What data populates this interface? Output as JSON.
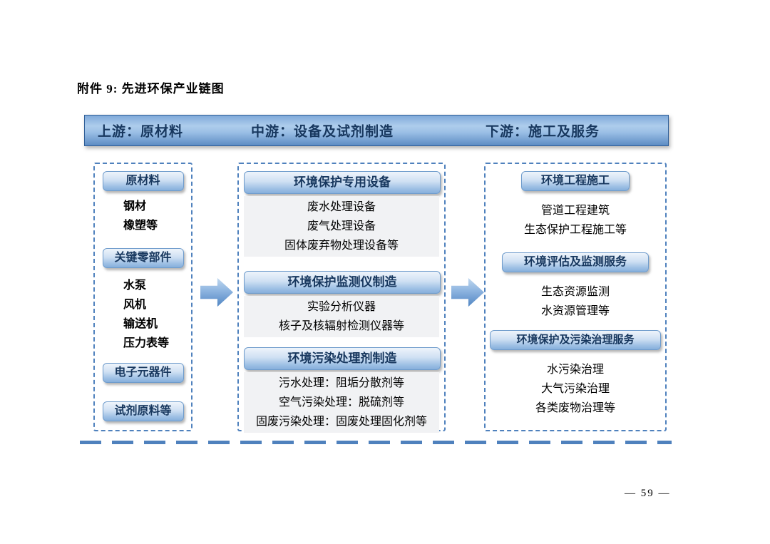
{
  "doc": {
    "title": "附件 9: 先进环保产业链图",
    "page_number": "— 59 —"
  },
  "stage_bar": {
    "upstream": "上游：原材料",
    "midstream": "中游：设备及试剂制造",
    "downstream": "下游：施工及服务"
  },
  "columns": [
    {
      "name": "upstream",
      "groups": [
        {
          "label": "原材料",
          "items": [
            "钢材",
            "橡塑等"
          ]
        },
        {
          "label": "关键零部件",
          "items": [
            "水泵",
            "风机",
            "输送机",
            "压力表等"
          ]
        },
        {
          "label": "电子元器件",
          "items": []
        },
        {
          "label": "试剂原料等",
          "items": []
        }
      ]
    },
    {
      "name": "midstream",
      "groups": [
        {
          "label": "环境保护专用设备",
          "items": [
            "废水处理设备",
            "废气处理设备",
            "固体废弃物处理设备等"
          ]
        },
        {
          "label": "环境保护监测仪制造",
          "items": [
            "实验分析仪器",
            "核子及核辐射检测仪器等"
          ]
        },
        {
          "label": "环境污染处理剂制造",
          "items": [
            "污水处理：阻垢分散剂等",
            "空气污染处理：脱硫剂等",
            "固废污染处理：固废处理固化剂等"
          ]
        }
      ]
    },
    {
      "name": "downstream",
      "groups": [
        {
          "label": "环境工程施工",
          "items": [
            "管道工程建筑",
            "生态保护工程施工等"
          ]
        },
        {
          "label": "环境评估及监测服务",
          "items": [
            "生态资源监测",
            "水资源管理等"
          ]
        },
        {
          "label": "环境保护及污染治理服务",
          "items": [
            "水污染治理",
            "大气污染治理",
            "各类废物治理等"
          ]
        }
      ]
    }
  ],
  "colors": {
    "accent_blue": "#4f81bd",
    "bar_text": "#17375E",
    "button_gradient_top": "#eef4fb",
    "button_gradient_bottom": "#86afdc"
  }
}
